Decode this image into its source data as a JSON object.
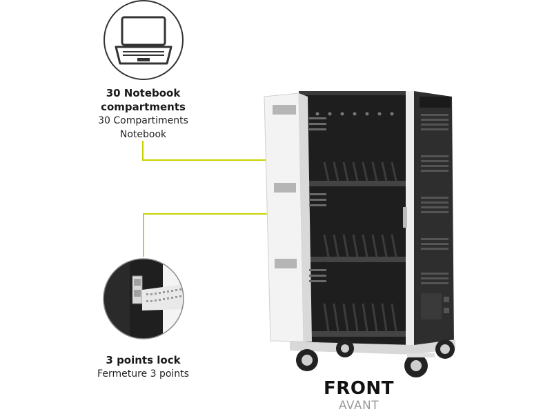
{
  "notebook_label": {
    "bold_line1": "30 Notebook",
    "bold_line2": "compartments",
    "light_line1": "30 Compartiments",
    "light_line2": "Notebook"
  },
  "lock_label": {
    "bold": "3 points lock",
    "light": "Fermeture 3 points"
  },
  "view_label": {
    "title": "FRONT",
    "subtitle": "AVANT"
  },
  "colors": {
    "accent": "#c8d400",
    "cabinet": "#2b2b2b",
    "door": "#f2f2f2"
  },
  "icons": [
    "laptop-icon",
    "lock-detail-image"
  ]
}
